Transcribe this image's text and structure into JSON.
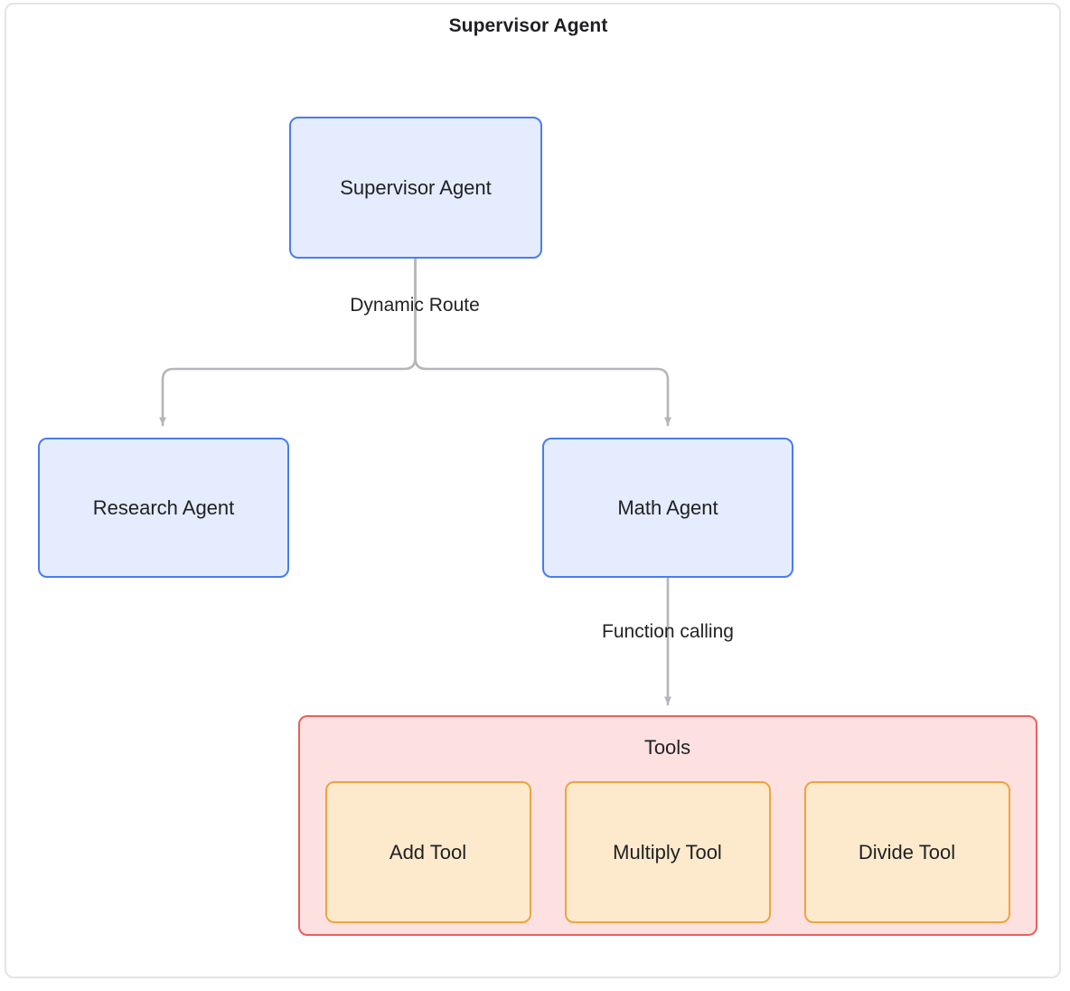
{
  "diagram": {
    "title": "Supervisor Agent",
    "nodes": {
      "supervisor": "Supervisor Agent",
      "research": "Research Agent",
      "math": "Math Agent"
    },
    "edges": {
      "dynamic_route": "Dynamic Route",
      "function_calling": "Function calling"
    },
    "cluster": {
      "title": "Tools",
      "tools": [
        {
          "label": "Add Tool"
        },
        {
          "label": "Multiply Tool"
        },
        {
          "label": "Divide Tool"
        }
      ]
    },
    "colors": {
      "frame_border": "#e4e4e7",
      "agent_fill": "#e4ecfd",
      "agent_border": "#4a7cf0",
      "tools_cluster_fill": "#fde1e1",
      "tools_cluster_border": "#e8605f",
      "tool_fill": "#fdeacc",
      "tool_border": "#f0a33c",
      "edge_line": "#b5b5ba",
      "text": "#1f2023"
    }
  }
}
